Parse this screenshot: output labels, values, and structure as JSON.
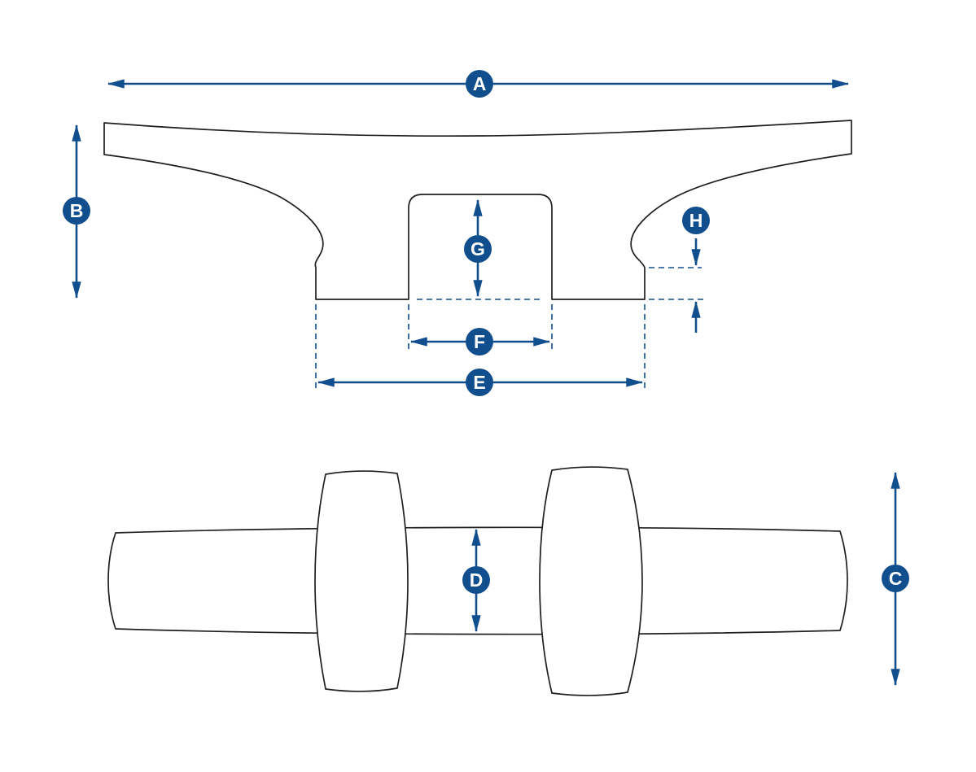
{
  "diagram": {
    "labels": {
      "A": "A",
      "B": "B",
      "C": "C",
      "D": "D",
      "E": "E",
      "F": "F",
      "G": "G",
      "H": "H"
    },
    "colors": {
      "accent": "#114e8d",
      "outline": "#1f1f1f",
      "background": "#ffffff",
      "label_text": "#ffffff"
    }
  }
}
